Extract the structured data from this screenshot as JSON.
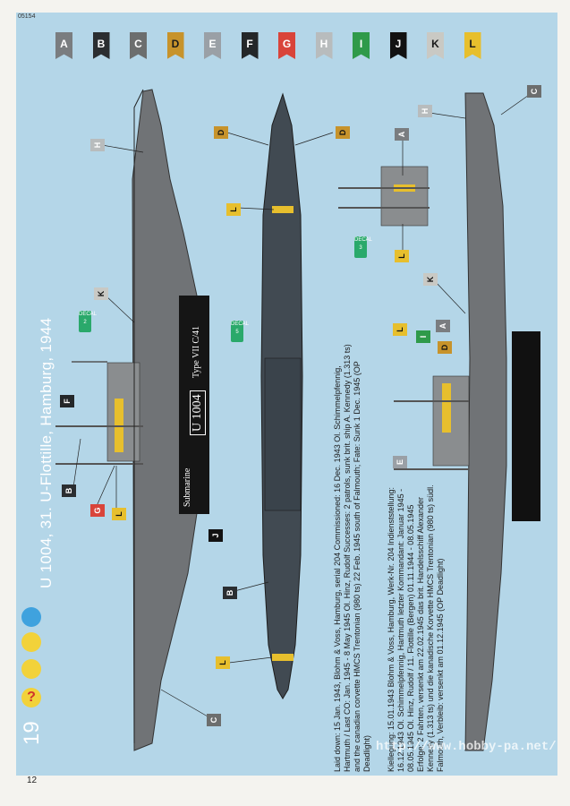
{
  "header": {
    "code": "05154"
  },
  "page_number": "12",
  "step_number": "19",
  "title": "U 1004, 31. U-Flottille, Hamburg, 1944",
  "colors": [
    {
      "letter": "A",
      "hex": "#7a7d80",
      "text": "#ffffff"
    },
    {
      "letter": "B",
      "hex": "#2b2e31",
      "text": "#ffffff"
    },
    {
      "letter": "C",
      "hex": "#6c6e6e",
      "text": "#ffffff"
    },
    {
      "letter": "D",
      "hex": "#c7932b",
      "text": "#1a1a1a"
    },
    {
      "letter": "E",
      "hex": "#9aa0a6",
      "text": "#ffffff"
    },
    {
      "letter": "F",
      "hex": "#242729",
      "text": "#ffffff"
    },
    {
      "letter": "G",
      "hex": "#d9443a",
      "text": "#ffffff"
    },
    {
      "letter": "H",
      "hex": "#b8bcbd",
      "text": "#ffffff"
    },
    {
      "letter": "I",
      "hex": "#2f9a4a",
      "text": "#ffffff"
    },
    {
      "letter": "J",
      "hex": "#121212",
      "text": "#ffffff"
    },
    {
      "letter": "K",
      "hex": "#c9c9c4",
      "text": "#1a1a1a"
    },
    {
      "letter": "L",
      "hex": "#e7bf2d",
      "text": "#1a1a1a"
    }
  ],
  "nameplate": {
    "line1": "Submarine",
    "line2": "U 1004",
    "line3": "Type VII C/41"
  },
  "decals": [
    {
      "id": "decal-2",
      "label": "DECAL",
      "num": "2"
    },
    {
      "id": "decal-5",
      "label": "DECAL",
      "num": "5"
    },
    {
      "id": "decal-3",
      "label": "DECAL",
      "num": "3"
    }
  ],
  "description_en": [
    "Laid down: 15 Jan. 1943, Blohm & Voss, Hamburg, serial 204 Commissioned: 16 Dec. 1943 Ol. Schimmelpfennig,",
    "Hartmuth / Last CO: Jan. 1945 - 8 May 1945 Ol. Hinz, Rudolf Successes: 2 patrols, sunk brit. ship A. Kennedy (1.313 ts)",
    "and the canadian corvette HMCS Trentonian (980 ts) 22 Feb. 1945 south of Falmouth; Fate: Sunk 1 Dec. 1945 (OP",
    "Deadlight)"
  ],
  "description_de": [
    "Kiellegung: 15.01.1943 Blohm & Voss, Hamburg, Werk-Nr. 204 Indienststellung:",
    "16.12.1943 Ol. Schimmelpfennig, Hartmuth letzter Kommandant: Januar 1945 -",
    "08.05.1945 Ol. Hinz, Rudolf / 11. Flottille (Bergen) 01.11.1944 - 08.05.1945",
    "Erfolge: 2 Fahrten, versenkt am 22.02.1945 das brit. Handelsschiff Alexander",
    "Kennedy (1.313 ts) und die kanadische Korvette HMCS Trentonian (980 ts) südl.",
    "Falmouth, Verbleib: versenkt am 01.12.1945 (OP Deadlight)"
  ],
  "watermark": "http://www.hobby-pa.net/"
}
